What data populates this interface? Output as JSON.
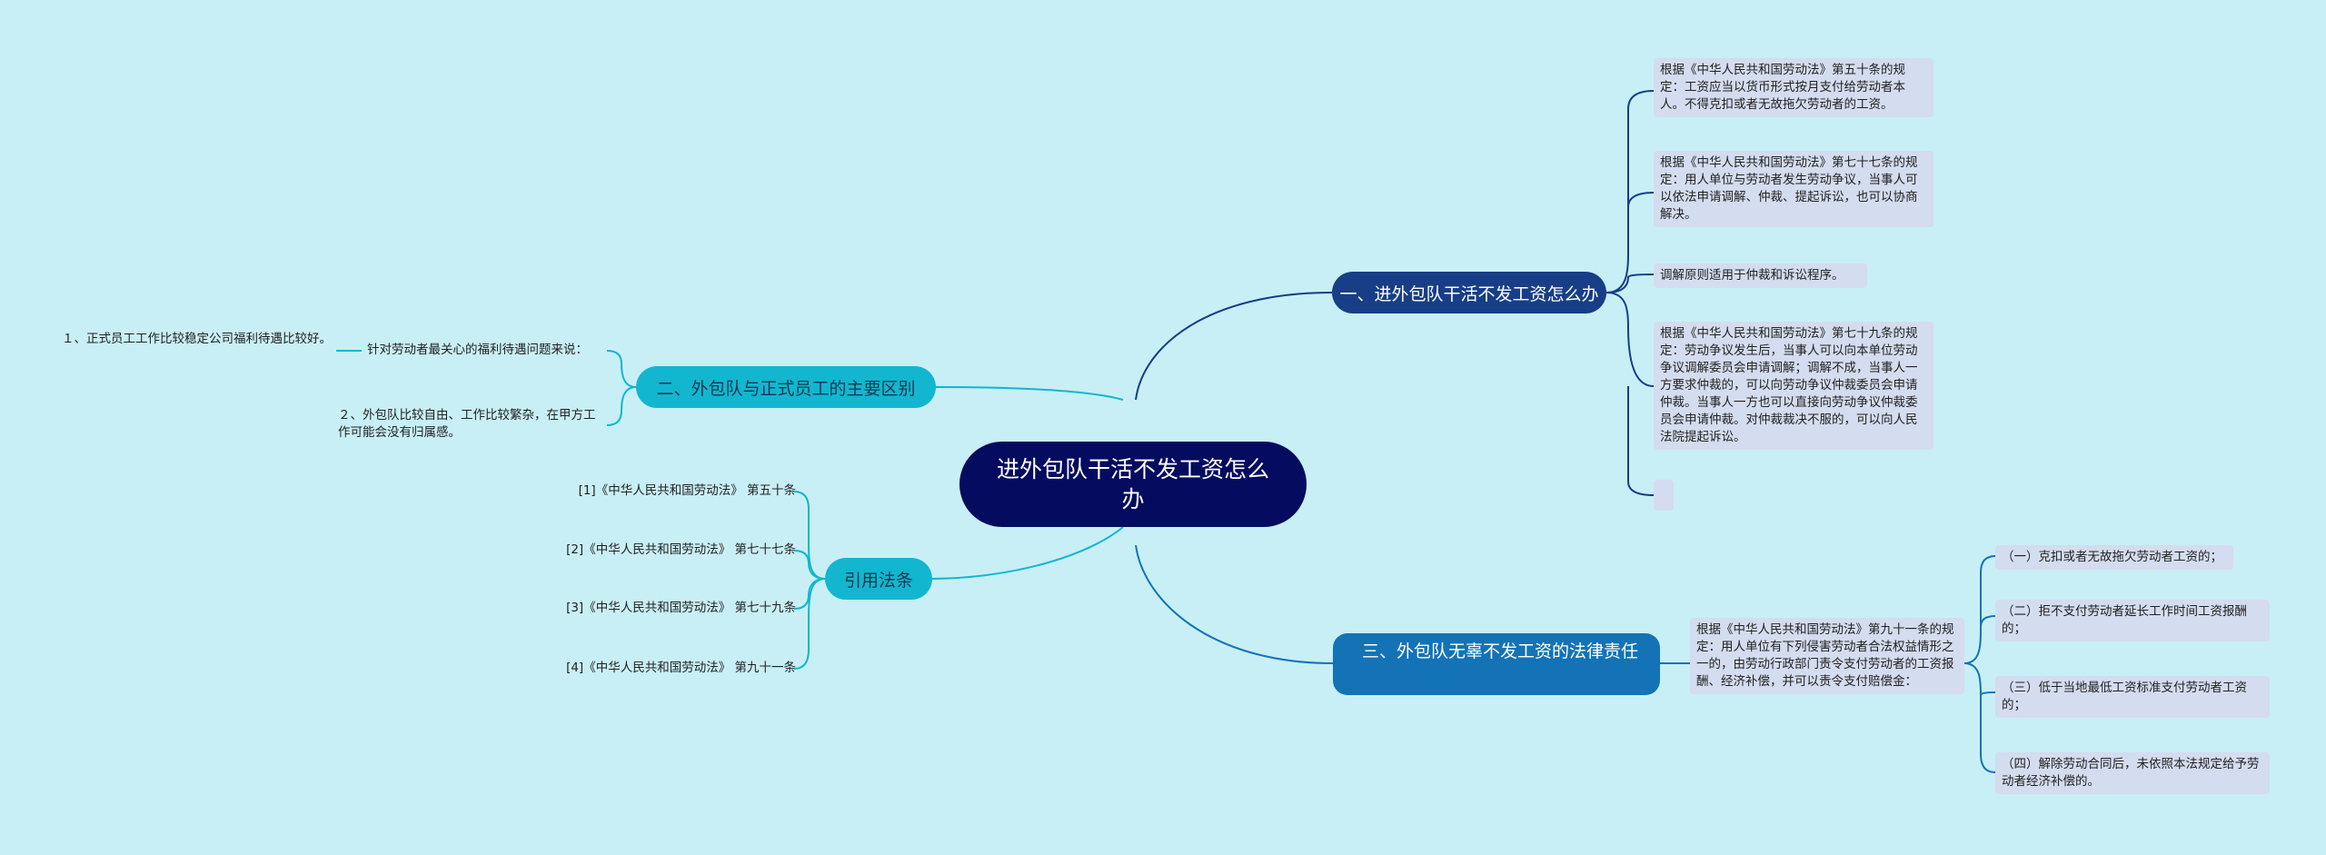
{
  "root": {
    "title": "进外包队干活不发工资怎么办"
  },
  "branch1": {
    "title": "一、进外包队干活不发工资怎么办",
    "items": [
      "根据《中华人民共和国劳动法》第五十条的规定：工资应当以货币形式按月支付给劳动者本人。不得克扣或者无故拖欠劳动者的工资。",
      "根据《中华人民共和国劳动法》第七十七条的规定：用人单位与劳动者发生劳动争议，当事人可以依法申请调解、仲裁、提起诉讼，也可以协商解决。",
      "调解原则适用于仲裁和诉讼程序。",
      "根据《中华人民共和国劳动法》第七十九条的规定：劳动争议发生后，当事人可以向本单位劳动争议调解委员会申请调解；调解不成，当事人一方要求仲裁的，可以向劳动争议仲裁委员会申请仲裁。当事人一方也可以直接向劳动争议仲裁委员会申请仲裁。对仲裁裁决不服的，可以向人民法院提起诉讼。",
      ""
    ]
  },
  "branch2": {
    "title": "二、外包队与正式员工的主要区别",
    "sub": "针对劳动者最关心的福利待遇问题来说：",
    "items": [
      "１、正式员工工作比较稳定公司福利待遇比较好。",
      "２、外包队比较自由、工作比较繁杂，在甲方工作可能会没有归属感。"
    ]
  },
  "branch3": {
    "title": "引用法条",
    "items": [
      "[1]《中华人民共和国劳动法》 第五十条",
      "[2]《中华人民共和国劳动法》 第七十七条",
      "[3]《中华人民共和国劳动法》 第七十九条",
      "[4]《中华人民共和国劳动法》 第九十一条"
    ]
  },
  "branch4": {
    "title": "三、外包队无辜不发工资的法律责任",
    "sub": "根据《中华人民共和国劳动法》第九十一条的规定：用人单位有下列侵害劳动者合法权益情形之一的，由劳动行政部门责令支付劳动者的工资报酬、经济补偿，并可以责令支付赔偿金：",
    "items": [
      "（一）克扣或者无故拖欠劳动者工资的；",
      "（二）拒不支付劳动者延长工作时间工资报酬的；",
      "（三）低于当地最低工资标准支付劳动者工资的；",
      "（四）解除劳动合同后，未依照本法规定给予劳动者经济补偿的。"
    ]
  },
  "colors": {
    "background": "#c8eff6",
    "root": "#050b5e",
    "branch_dark": "#173e86",
    "branch_cyan": "#13b6cf",
    "branch_blue": "#1373b6",
    "leaf": "#d4dcef"
  }
}
